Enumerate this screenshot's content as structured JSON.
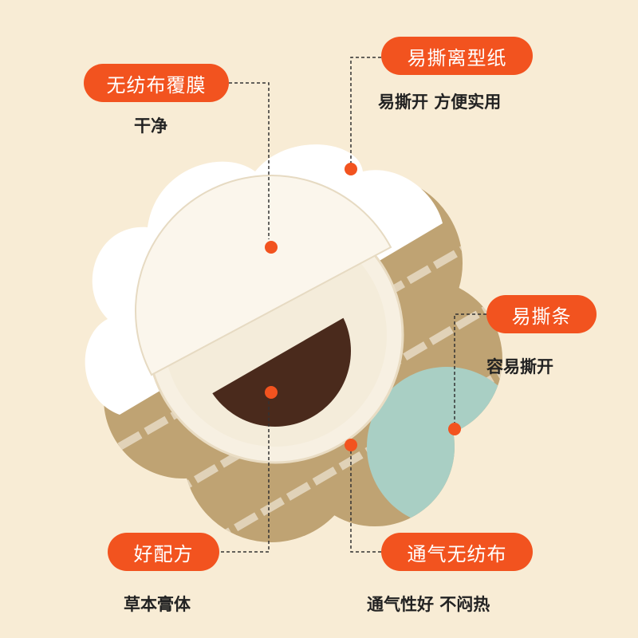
{
  "labels": [
    {
      "title": "无纺布覆膜",
      "subtitle": "干净"
    },
    {
      "title": "易撕离型纸",
      "subtitle": "易撕开 方便实用"
    },
    {
      "title": "易撕条",
      "subtitle": "容易撕开"
    },
    {
      "title": "好配方",
      "subtitle": "草本膏体"
    },
    {
      "title": "通气无纺布",
      "subtitle": "通气性好 不闷热"
    }
  ],
  "colors": {
    "accent": "#f2531f",
    "background": "#f8ecd5"
  }
}
